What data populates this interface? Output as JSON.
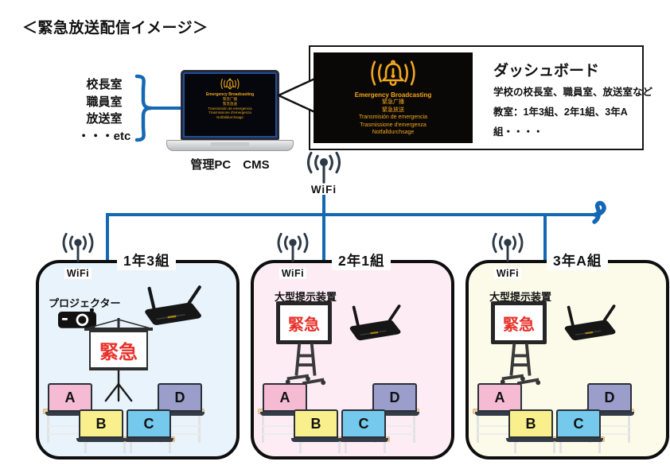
{
  "page_title": "＜緊急放送配信イメージ＞",
  "admin": {
    "rooms": [
      "校長室",
      "職員室",
      "放送室",
      "・・・etc"
    ],
    "pc_label": "管理PC　CMS"
  },
  "broadcast_screen": {
    "parens_left": "((",
    "parens_right": "))",
    "heading": "Emergency Broadcasting",
    "lines": [
      "緊急广播",
      "緊急放送",
      "Transmisión de emergencia",
      "Trasmissione d'emergenza",
      "Notfalldurchsage"
    ]
  },
  "dashboard": {
    "title": "ダッシュボード",
    "description_line1": "学校の校長室、職員室、放送室など",
    "description_line2": "教室：1年3組、2年1組、3年A組・・・・"
  },
  "network": {
    "wifi_label": "WiFi"
  },
  "classrooms": [
    {
      "name": "1年3組",
      "wifi_label": "WiFi",
      "device_label": "プロジェクター",
      "alert_text": "緊急",
      "display_type": "projector",
      "bg_color": "#e9f3fb"
    },
    {
      "name": "2年1組",
      "wifi_label": "WiFi",
      "device_label": "大型提示装置",
      "alert_text": "緊急",
      "display_type": "large-display",
      "bg_color": "#fdecf4"
    },
    {
      "name": "3年A組",
      "wifi_label": "WiFi",
      "device_label": "大型提示装置",
      "alert_text": "緊急",
      "display_type": "large-display",
      "bg_color": "#fcfbe9"
    }
  ],
  "monitors": [
    {
      "label": "A",
      "color": "#f5bbd3"
    },
    {
      "label": "B",
      "color": "#f9ef8c"
    },
    {
      "label": "C",
      "color": "#74c9ec"
    },
    {
      "label": "D",
      "color": "#9b9ecb"
    }
  ],
  "colors": {
    "network_blue": "#1467b3",
    "alert_red": "#e8312a",
    "screen_gold": "#f2a71e",
    "wifi_icon_dark": "#2d3a47"
  }
}
